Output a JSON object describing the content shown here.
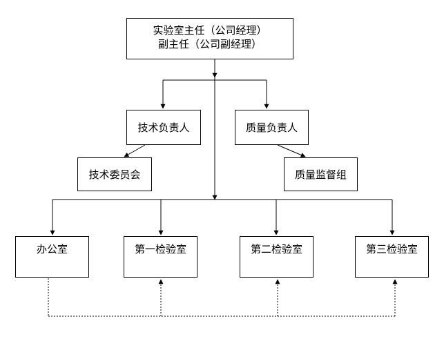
{
  "top": {
    "line1": "实验室主任（公司经理）",
    "line2": "副主任（公司副经理）"
  },
  "tech_lead": "技术负责人",
  "quality_lead": "质量负责人",
  "tech_committee": "技术委员会",
  "quality_group": "质量监督组",
  "office": "办公室",
  "lab1": "第一检验室",
  "lab2": "第二检验室",
  "lab3": "第三检验室"
}
